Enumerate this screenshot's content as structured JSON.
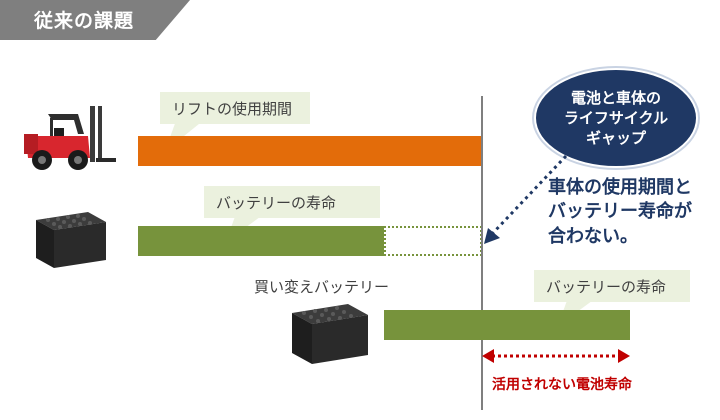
{
  "header": {
    "title": "従来の課題"
  },
  "callouts": {
    "lift_period": "リフトの使用期間",
    "battery_life": "バッテリーの寿命",
    "replacement_battery": "買い変えバッテリー",
    "battery_life_2": "バッテリーの寿命"
  },
  "ellipse": {
    "line1": "電池と車体の",
    "line2": "ライフサイクル",
    "line3": "ギャップ"
  },
  "note": {
    "line1": "車体の使用期間と",
    "line2": "バッテリー寿命が",
    "line3": "合わない。"
  },
  "unused_label": "活用されない電池寿命",
  "colors": {
    "orange": "#e36c0a",
    "green": "#77933c",
    "navy": "#1f3864",
    "red": "#c00000",
    "callout_bg": "#ebf1de",
    "header_gray": "#7f7f7f"
  },
  "icons": [
    "forklift-icon",
    "battery-icon",
    "battery-icon"
  ]
}
